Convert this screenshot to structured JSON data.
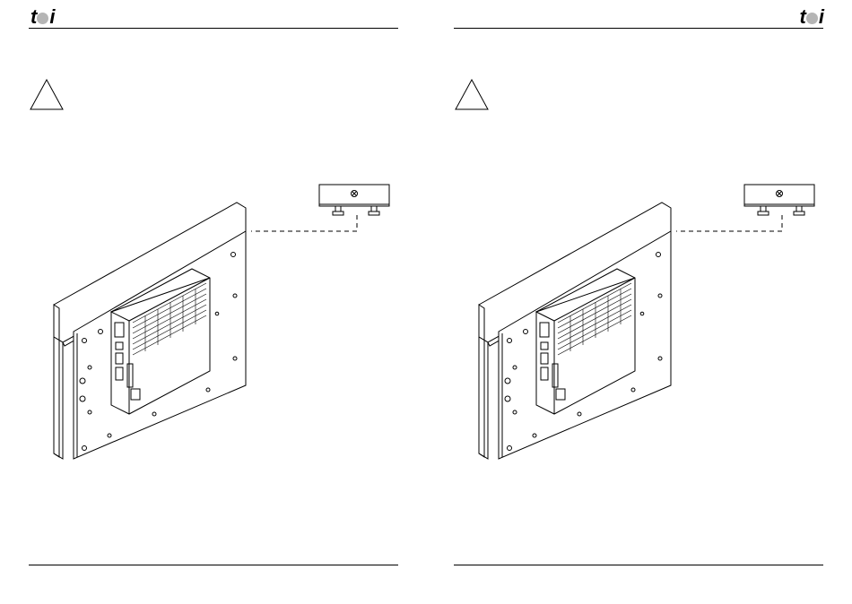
{
  "header": {
    "logo_text_prefix": "t",
    "logo_text_suffix": "i"
  },
  "pages": [
    {
      "side": "left"
    },
    {
      "side": "right"
    }
  ],
  "icons": {
    "warning": "warning-triangle-icon",
    "screw": "screw-icon"
  }
}
